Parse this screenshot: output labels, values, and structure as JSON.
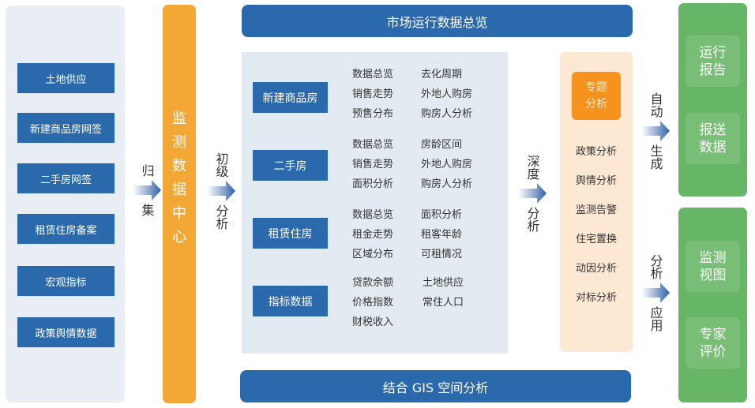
{
  "sources": {
    "items": [
      {
        "label": "土地供应"
      },
      {
        "label": "新建商品房网签"
      },
      {
        "label": "二手房网签"
      },
      {
        "label": "租赁住房备案"
      },
      {
        "label": "宏观指标"
      },
      {
        "label": "政策舆情数据"
      }
    ]
  },
  "flows": {
    "collect": {
      "top": "归",
      "bottom": "集"
    },
    "primary": {
      "top": "初级",
      "bottom": "分析"
    },
    "deep": {
      "top": "深度",
      "bottom": "分析"
    },
    "auto": {
      "top": "自动",
      "bottom": "生成"
    },
    "apply": {
      "top": "分析",
      "bottom": "应用"
    }
  },
  "center": {
    "chars": [
      "监",
      "测",
      "数",
      "据",
      "中",
      "心"
    ]
  },
  "top_bar": {
    "label": "市场运行数据总览"
  },
  "bottom_bar": {
    "label": "结合 GIS 空间分析"
  },
  "categories": [
    {
      "label": "新建商品房",
      "col1": [
        "数据总览",
        "销售走势",
        "预售分布"
      ],
      "col2": [
        "去化周期",
        "外地人购房",
        "购房人分析"
      ]
    },
    {
      "label": "二手房",
      "col1": [
        "数据总览",
        "销售走势",
        "面积分析"
      ],
      "col2": [
        "房龄区间",
        "外地人购房",
        "购房人分析"
      ]
    },
    {
      "label": "租赁住房",
      "col1": [
        "数据总览",
        "租金走势",
        "区域分布"
      ],
      "col2": [
        "面积分析",
        "租客年龄",
        "可租情况"
      ]
    },
    {
      "label": "指标数据",
      "col1": [
        "贷款余额",
        "价格指数",
        "财税收入"
      ],
      "col2": [
        "土地供应",
        "常住人口"
      ]
    }
  ],
  "topic": {
    "title_line1": "专题",
    "title_line2": "分析",
    "items": [
      "政策分析",
      "舆情分析",
      "监测告警",
      "住宅置换",
      "动因分析",
      "对标分析"
    ]
  },
  "outputs": {
    "group1": [
      {
        "line1": "运行",
        "line2": "报告"
      },
      {
        "line1": "报送",
        "line2": "数据"
      }
    ],
    "group2": [
      {
        "line1": "监测",
        "line2": "视图"
      },
      {
        "line1": "专家",
        "line2": "评价"
      }
    ]
  },
  "colors": {
    "blue": "#2a69ac",
    "orange": "#f3a734",
    "topic_orange": "#f6921e",
    "green": "#67b566",
    "light_gray": "#e4eaf1",
    "peach": "#fde8d3"
  }
}
